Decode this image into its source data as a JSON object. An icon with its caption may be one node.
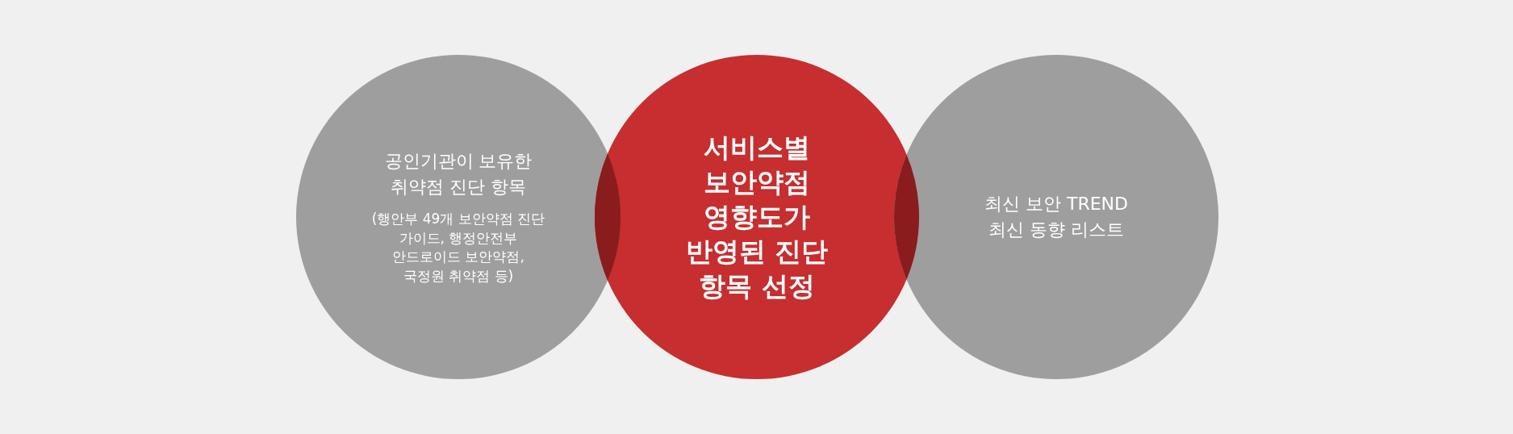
{
  "diagram": {
    "nodes": [
      {
        "text": [
          "공인기관이 보유한 취약점 진단 항목",
          "(행안부 49개 보안약점 진단 가이드, 행정안전부 안드로이드 보안약점, 국정원 취약점 등)"
        ]
      },
      {
        "text": [
          "서비스별 보안약점 영향도가 반영된 진단 항목 선정"
        ]
      },
      {
        "text": [
          "최신 보안 TREND 최신 동향 리스트"
        ]
      }
    ]
  }
}
